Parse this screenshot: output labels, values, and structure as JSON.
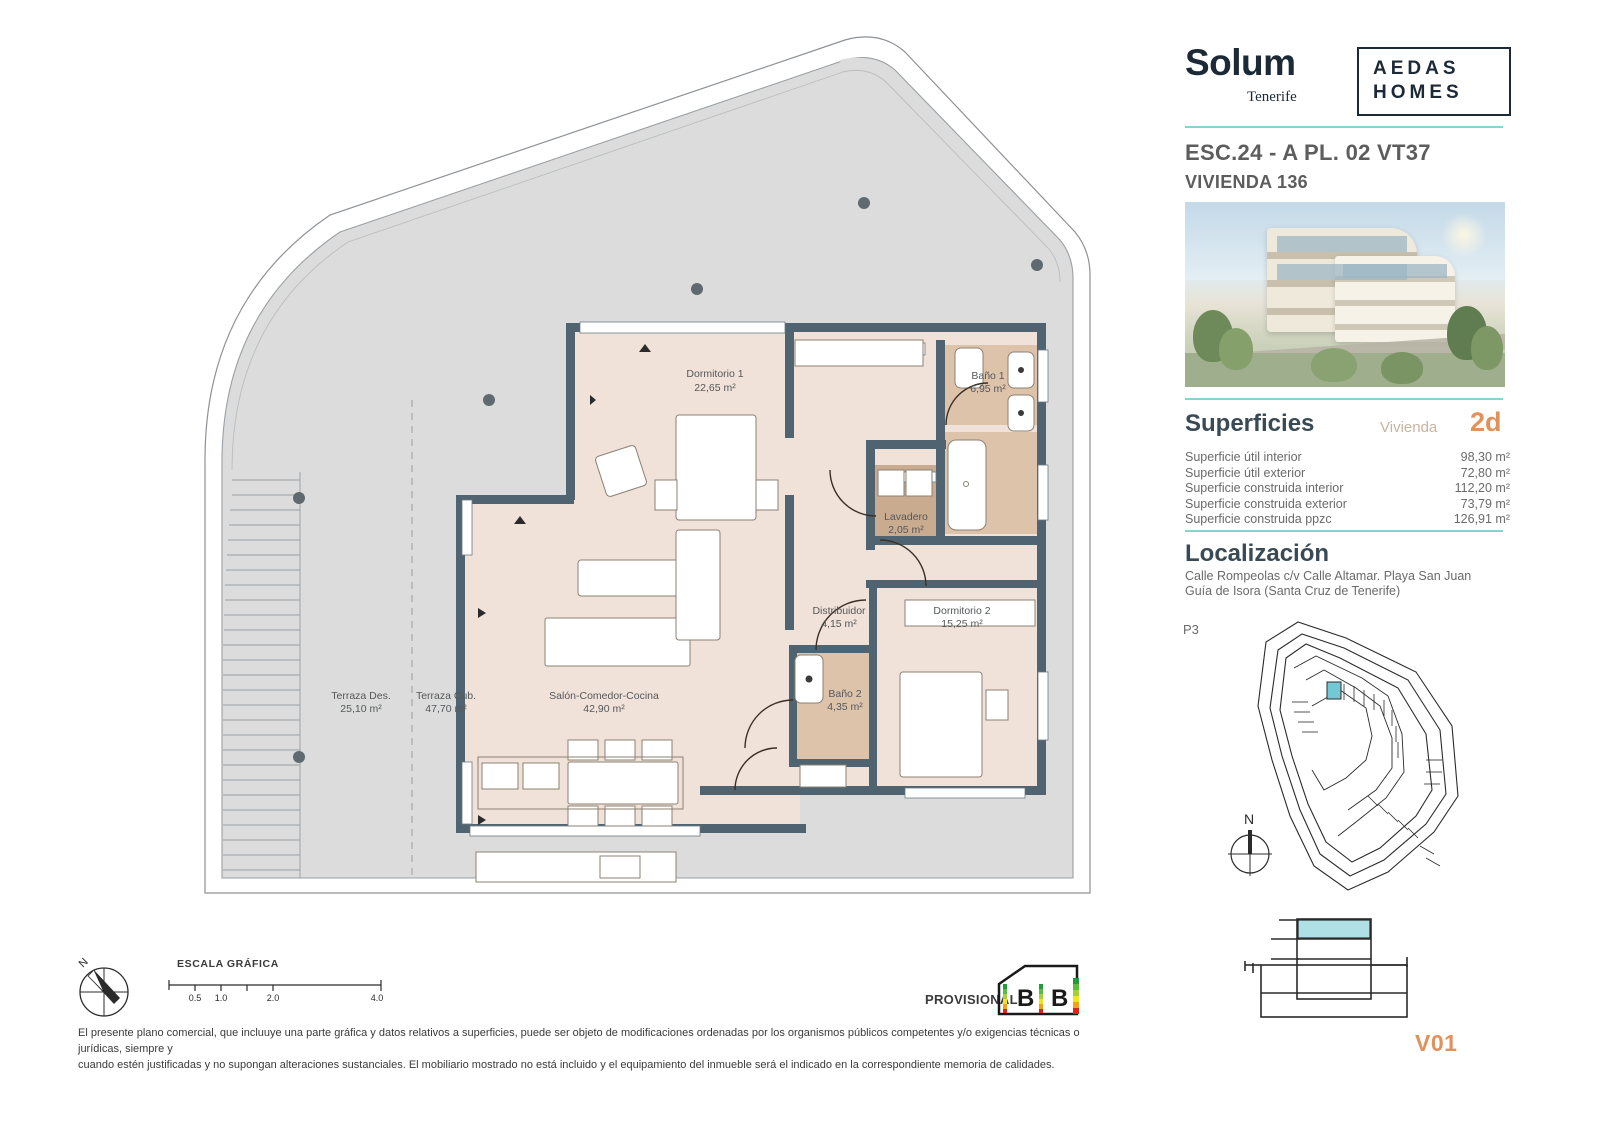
{
  "brand": {
    "name": "Solum",
    "sub": "Tenerife",
    "developer_line1": "AEDAS",
    "developer_line2": "HOMES"
  },
  "header": {
    "code": "ESC.24 - A  PL. 02 VT37",
    "dwelling": "VIVIENDA 136"
  },
  "surfaces": {
    "title": "Superficies",
    "badge_label": "Vivienda",
    "badge_value": "2d",
    "rows": [
      {
        "label": "Superficie útil interior",
        "value": "98,30 m²"
      },
      {
        "label": "Superficie útil exterior",
        "value": "72,80 m²"
      },
      {
        "label": "Superficie construida interior",
        "value": "112,20 m²"
      },
      {
        "label": "Superficie construida exterior",
        "value": "73,79 m²"
      },
      {
        "label": "Superficie construida ppzc",
        "value": "126,91 m²"
      }
    ]
  },
  "location": {
    "title": "Localización",
    "line1": "Calle Rompeolas c/v Calle Altamar. Playa San Juan",
    "line2": "Guía de Isora (Santa Cruz de Tenerife)"
  },
  "site": {
    "phase_label": "P3",
    "north_label": "N"
  },
  "plan_code": "V01",
  "rooms": [
    {
      "name": "Dormitorio 1",
      "area": "22,65 m²"
    },
    {
      "name": "Baño 1",
      "area": "6,95 m²"
    },
    {
      "name": "Lavadero",
      "area": "2,05 m²"
    },
    {
      "name": "Distribuidor",
      "area": "4,15 m²"
    },
    {
      "name": "Dormitorio 2",
      "area": "15,25 m²"
    },
    {
      "name": "Baño 2",
      "area": "4,35 m²"
    },
    {
      "name": "Salón-Comedor-Cocina",
      "area": "42,90 m²"
    },
    {
      "name": "Terraza Des.",
      "area": "25,10 m²"
    },
    {
      "name": "Terraza Cub.",
      "area": "47,70 m²"
    }
  ],
  "scale": {
    "title": "ESCALA GRÁFICA",
    "ticks": [
      "0.5",
      "1.0",
      "2.0",
      "4.0"
    ]
  },
  "compass": {
    "label": "N"
  },
  "energy": {
    "status": "PROVISIONAL",
    "rating_consumption": "B",
    "rating_emissions": "B"
  },
  "disclaimer": {
    "line1": "El presente plano comercial, que incluuye una parte gráfica y datos relativos a superficies, puede ser objeto de modificaciones ordenadas por los organismos públicos competentes y/o exigencias técnicas o jurídicas, siempre y",
    "line2": "cuando estén justificadas y no supongan alteraciones sustanciales. El mobiliario mostrado no está incluido y el equipamiento del inmueble será el indicado en la correspondiente memoria de calidades."
  },
  "colors": {
    "teal": "#8ecfcf",
    "accent_orange": "#e0915c",
    "wall": "#4f6470",
    "interior_fill": "#f0e2d9",
    "bath_fill": "#dec3ab",
    "terrace_fill": "#dcdcdc",
    "text_dark": "#3a4a55"
  }
}
